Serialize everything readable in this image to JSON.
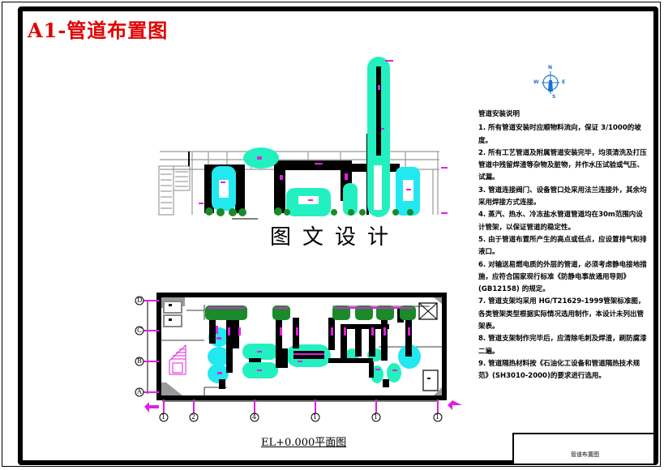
{
  "sheet": {
    "title": "A1-管道布置图",
    "watermark": "图文设计",
    "plan_caption": "EL+0.000平面图",
    "title_block_name": "管道布置图"
  },
  "compass": {
    "north": "N",
    "west": "W",
    "east": "E",
    "south": "S"
  },
  "notes": {
    "title": "管道安装说明",
    "items": [
      "1. 所有管道安装时应顺物料流向，保证 3/1000的坡度。",
      "2. 所有工艺管道及附属管道安装完毕，均须清洗及打压管道中残留焊渣等杂物及脏物，并作水压试验或气压、试漏。",
      "3. 管道连接阀门、设备管口处采用法兰连接外，其余均采用焊接方式连接。",
      "4. 蒸汽、热水、冷冻盐水管道管道均在30m范围内设计管架，以保证管道的稳定性。",
      "5. 由于管道布置所产生的高点或低点，应设置排气和排液口。",
      "6. 对输送易燃电质的外层的管道，必须考虑静电接地措施，应符合国家现行标准《防静电事故通用导则》(GB12158) 的规定。",
      "7. 管道支架均采用 HG/T21629-1999管架标准图，各类管架类型根据实际情况选用制作，本设计未列出管架表。",
      "8. 管道支架制作完毕后，应清除毛刺及焊渣，刷防腐漆二遍。",
      "9. 管道隔热材料按《石油化工设备和管道隔热技术规范》(SH3010-2000)的要求进行选用。"
    ]
  },
  "plan": {
    "row_axes": [
      "D",
      "C",
      "B",
      "A"
    ],
    "column_axes": [
      "1",
      "2",
      "4",
      "1",
      "1",
      "1"
    ]
  },
  "colors": {
    "title_red": "#e00000",
    "equipment_cyan": "#22f0c0",
    "vessel_cyan": "#22e8f0",
    "pipe_black": "#000000",
    "pump_green": "#1a8a2a",
    "label_magenta": "#e020e0",
    "structure_gray": "#9a9a9a",
    "compass_blue": "#1a73d6"
  }
}
